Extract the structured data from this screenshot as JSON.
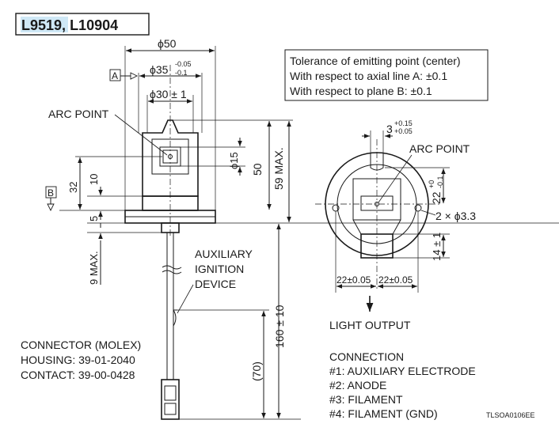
{
  "title": {
    "model_a": "L9519",
    "sep": ",",
    "model_b": "L10904"
  },
  "dims": {
    "phi50": "ϕ50",
    "phi35": "ϕ35",
    "phi35_tol_up": "-0.05",
    "phi35_tol_dn": "-0.1",
    "phi30": "ϕ30 ± 1",
    "phi15": "ϕ15",
    "d50": "50",
    "d59max": "59 MAX.",
    "d32": "32",
    "d10": "10",
    "d5": "5",
    "d9max": "9 MAX.",
    "d160": "160 ± 10",
    "d70": "(70)",
    "d3": "3",
    "d3_tol_up": "+0.15",
    "d3_tol_dn": "+0.05",
    "d22": "22",
    "d22_tol_up": "+0",
    "d22_tol_dn": "-0.1",
    "d2x33": "2 × ϕ3.3",
    "d14": "14 ± 1",
    "d22a": "22±0.05",
    "d22b": "22±0.05"
  },
  "datums": {
    "a": "A",
    "b": "B"
  },
  "tolerance_box": {
    "line1": "Tolerance of emitting point (center)",
    "line2": "With respect to axial line A: ±0.1",
    "line3": "With respect to plane B: ±0.1"
  },
  "labels": {
    "arc_point_left": "ARC POINT",
    "arc_point_right": "ARC POINT",
    "aux_1": "AUXILIARY",
    "aux_2": "IGNITION",
    "aux_3": "DEVICE",
    "light_output": "LIGHT OUTPUT"
  },
  "connector": {
    "line1": "CONNECTOR (MOLEX)",
    "line2": "HOUSING: 39-01-2040",
    "line3": "CONTACT: 39-00-0428"
  },
  "connection": {
    "title": "CONNECTION",
    "items": [
      "#1: AUXILIARY ELECTRODE",
      "#2: ANODE",
      "#3: FILAMENT",
      "#4: FILAMENT (GND)"
    ]
  },
  "code": "TLSOA0106EE"
}
